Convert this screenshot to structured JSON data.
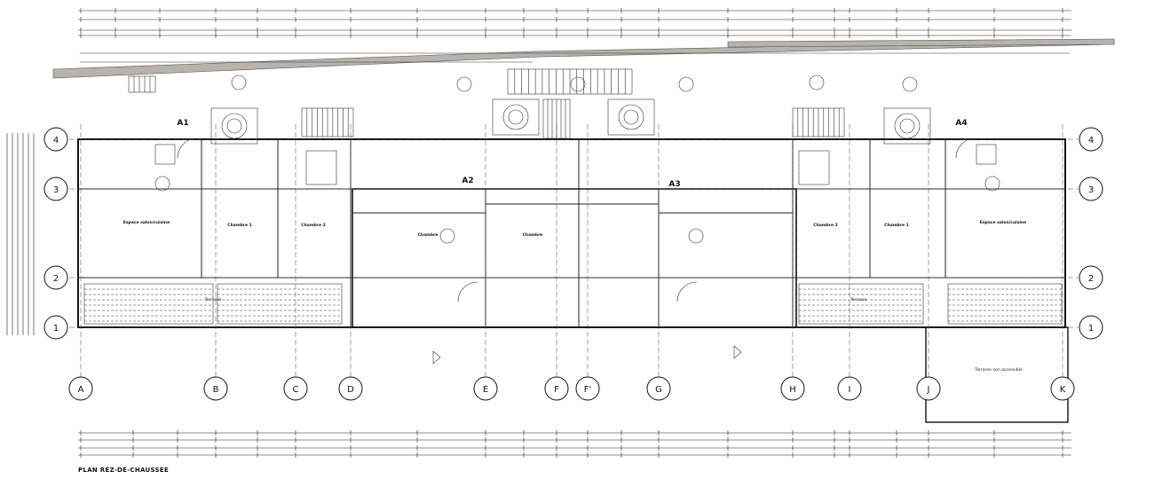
{
  "drawing": {
    "title": "PLAN REZ-DE-CHAUSSEE",
    "row_axes": [
      "1",
      "2",
      "3",
      "4"
    ],
    "column_axes": [
      "A",
      "B",
      "C",
      "D",
      "E",
      "F",
      "F'",
      "G",
      "H",
      "I",
      "J",
      "K"
    ],
    "section_marks": [
      "A1",
      "A2",
      "A3",
      "A4"
    ],
    "room_labels": [
      "Espace salon/cuisine",
      "Chambre 1",
      "Chambre 2",
      "Chambre",
      "Chambre",
      "Chambre 2",
      "Chambre 1",
      "Espace salon/cuisine"
    ],
    "wing_labels": [
      "Terrasse",
      "Terrasse",
      "Terrasse non accessible"
    ]
  }
}
